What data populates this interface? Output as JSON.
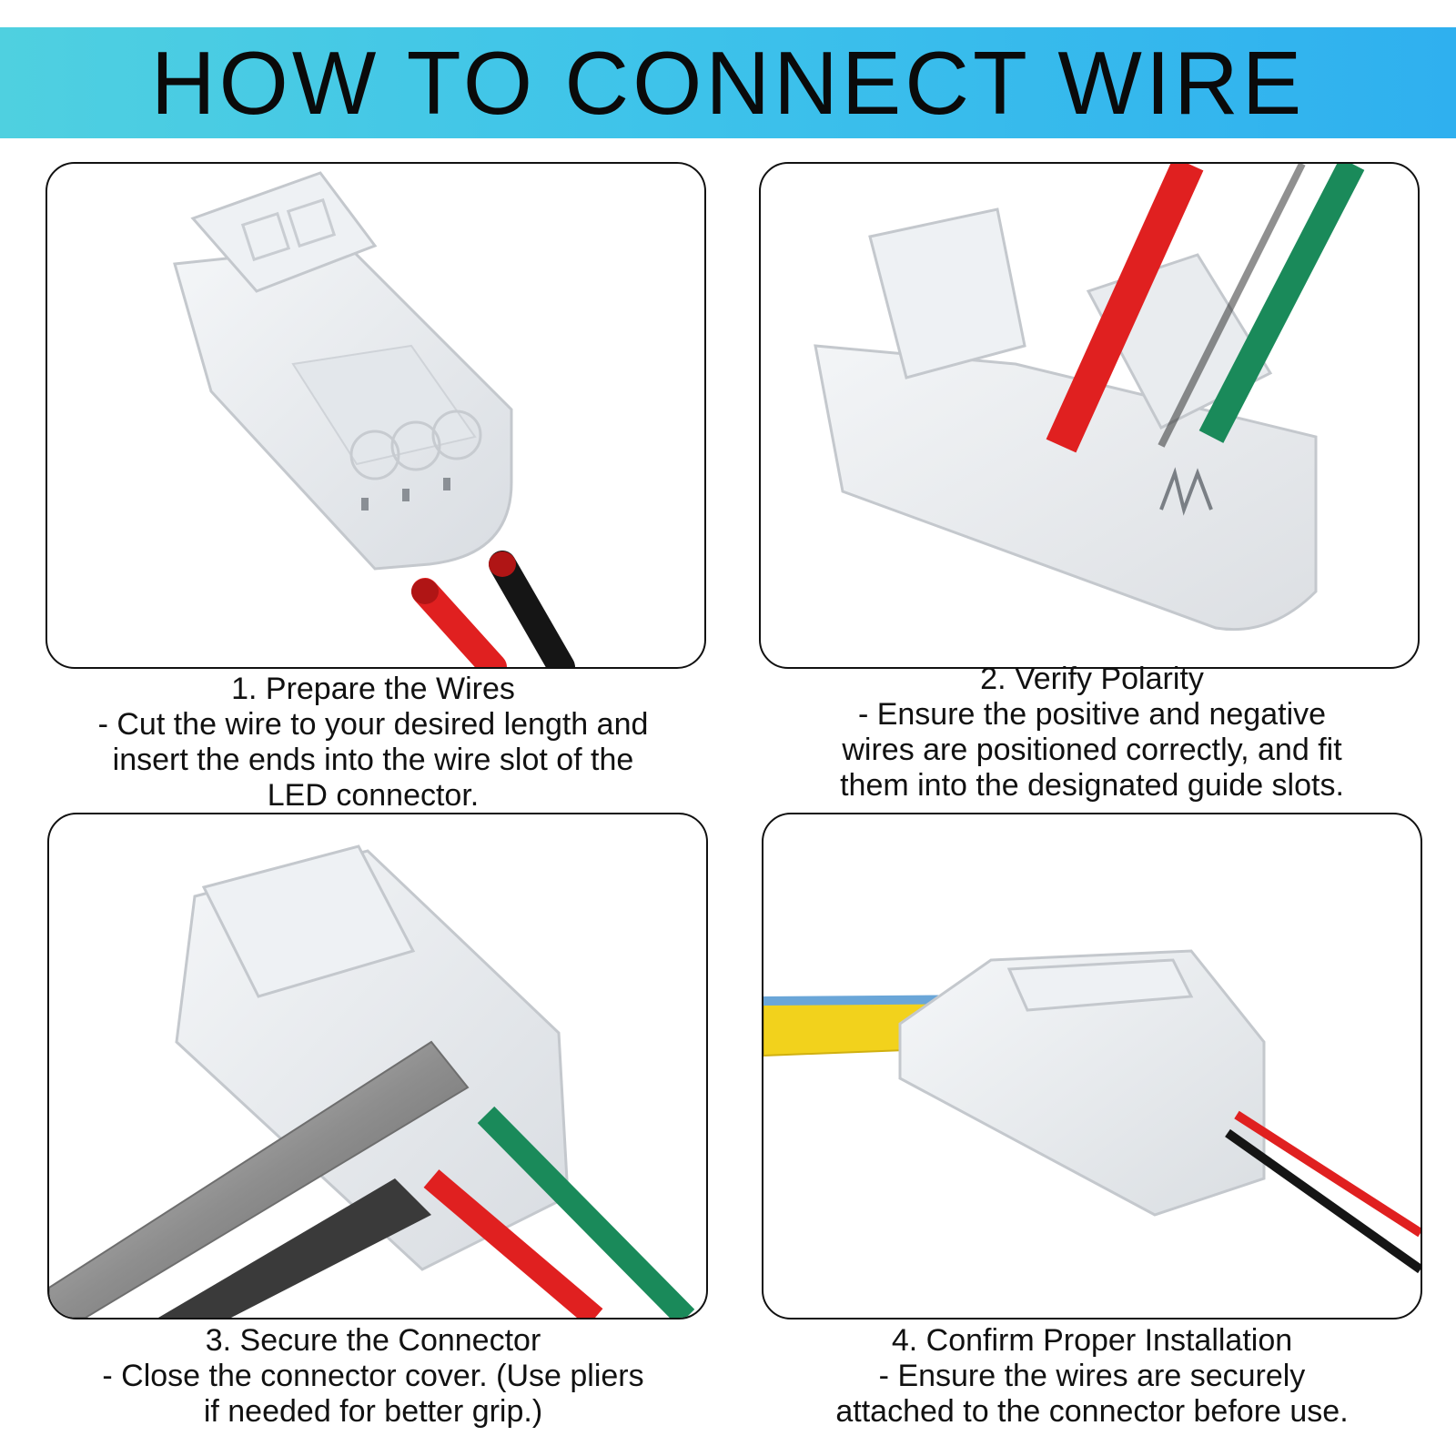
{
  "header": {
    "title": "HOW TO CONNECT WIRE"
  },
  "steps": [
    {
      "title": "1. Prepare the Wires",
      "lines": [
        "- Cut the wire to your desired length and",
        "insert the ends into the wire slot of the",
        "LED connector."
      ]
    },
    {
      "title": "2. Verify Polarity",
      "lines": [
        "- Ensure the positive and negative",
        "wires are positioned correctly, and fit",
        "them into the designated guide slots."
      ]
    },
    {
      "title": "3. Secure the Connector",
      "lines": [
        "- Close the connector cover. (Use pliers",
        "if needed for better grip.)"
      ]
    },
    {
      "title": "4. Confirm Proper Installation",
      "lines": [
        "- Ensure the wires are securely",
        "attached to the connector before use."
      ]
    }
  ],
  "colors": {
    "banner_start": "#4fd0e0",
    "banner_end": "#2fb0ef",
    "wire_red": "#e02020",
    "wire_black": "#151515",
    "wire_green": "#1a8a5a",
    "strip_yellow": "#f2d21c"
  },
  "illustrations": {
    "panel_1": "connector-with-red-black-wires-photo",
    "panel_2": "open-connector-with-red-green-wires-photo",
    "panel_3": "pliers-closing-connector-photo",
    "panel_4": "led-strip-connected-photo"
  }
}
